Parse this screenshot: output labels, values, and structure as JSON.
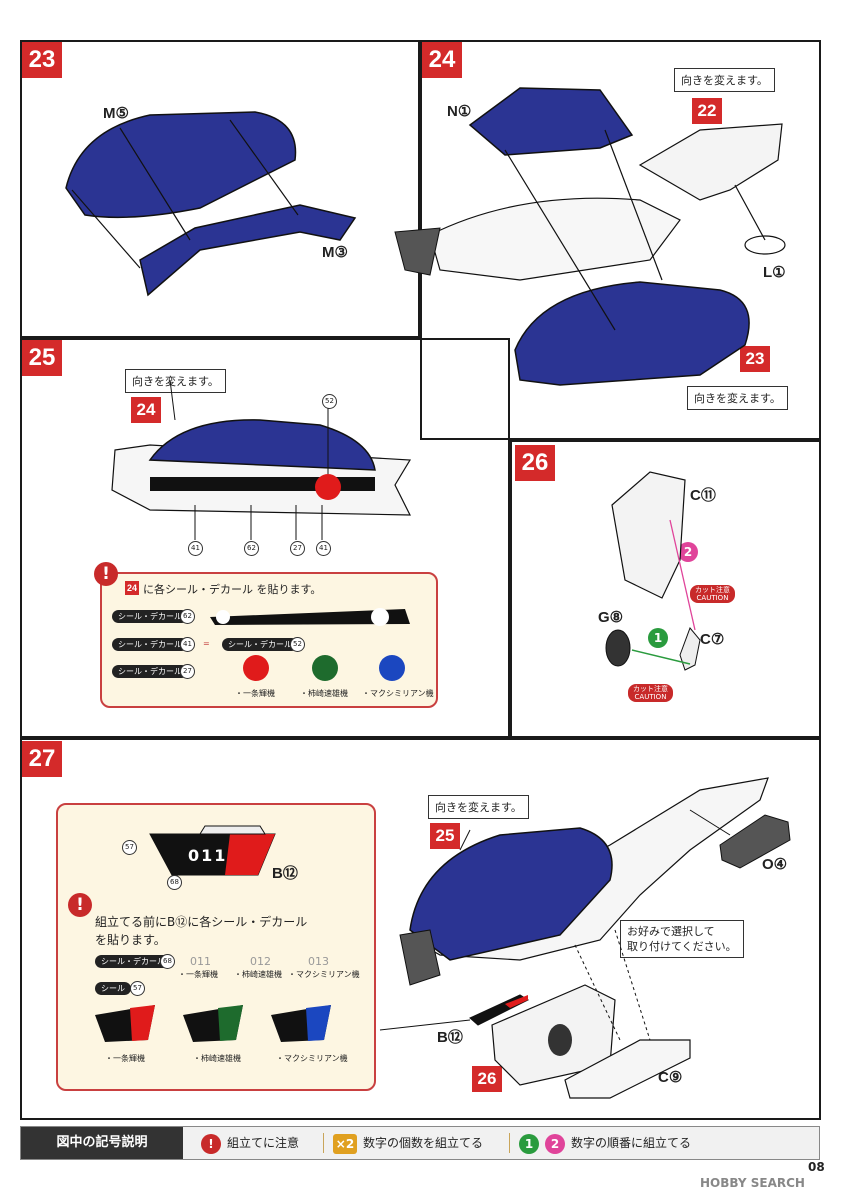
{
  "colors": {
    "accent": "#d42a2a",
    "blue": "#2b3493",
    "note_bg": "#fdf6e2",
    "green": "#2a7d3a",
    "pink": "#e0449a"
  },
  "steps": {
    "s23": {
      "num": "23",
      "part_m5": "M⑤",
      "part_m3": "M③"
    },
    "s24": {
      "num": "24",
      "part_n1": "N①",
      "part_l1": "L①",
      "callout_top": "向きを変えます。",
      "ref_top": "22",
      "callout_bottom": "向きを変えます。",
      "ref_bottom": "23"
    },
    "s25": {
      "num": "25",
      "callout": "向きを変えます。",
      "ref": "24",
      "n52": "52",
      "n41a": "41",
      "n62": "62",
      "n27": "27",
      "n41b": "41",
      "note": {
        "ref": "24",
        "text": "に各シール・デカール を貼ります。",
        "tag": "シール・デカール",
        "n62": "62",
        "n41": "41",
        "eq": "=",
        "n52": "52",
        "n27": "27",
        "pilot1": "・一条輝機",
        "pilot2": "・柿崎速雄機",
        "pilot3": "・マクシミリアン機"
      }
    },
    "s26": {
      "num": "26",
      "part_c11": "C⑪",
      "part_g8": "G⑧",
      "part_c7": "C⑦",
      "step1": "1",
      "step2": "2",
      "cut_label": "カット注意",
      "cut_sub": "CAUTION"
    },
    "s27": {
      "num": "27",
      "callout": "向きを変えます。",
      "ref25": "25",
      "ref26": "26",
      "part_o4": "O④",
      "part_b12": "B⑫",
      "part_c9": "C⑨",
      "optional": "お好みで選択して",
      "optional2": "取り付けてください。",
      "n57": "57",
      "n68": "68",
      "code": "011",
      "note": {
        "line1": "組立てる前にB⑫に各シール・デカール",
        "line2": "を貼ります。",
        "tag_decal": "シール・デカール",
        "n68": "68",
        "tag_seal": "シール",
        "n57": "57",
        "codes": [
          "011",
          "012",
          "013"
        ],
        "pilot1": "・一条輝機",
        "pilot2": "・柿崎速雄機",
        "pilot3": "・マクシミリアン機"
      }
    }
  },
  "legend": {
    "title": "図中の記号説明",
    "item1": "組立てに注意",
    "x2": "×2",
    "item2": "数字の個数を組立てる",
    "n1": "1",
    "n2": "2",
    "item3": "数字の順番に組立てる"
  },
  "footer": {
    "page": "08",
    "watermark": "HOBBY SEARCH"
  }
}
